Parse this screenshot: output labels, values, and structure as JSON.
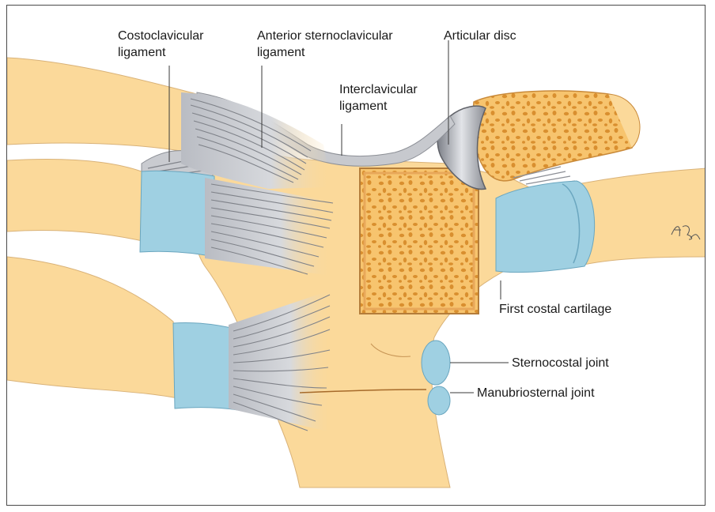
{
  "labels": {
    "costoclavicular": {
      "line1": "Costoclavicular",
      "line2": "ligament"
    },
    "anterior_sternoclavicular": {
      "line1": "Anterior sternoclavicular",
      "line2": "ligament"
    },
    "articular_disc": {
      "line1": "Articular disc"
    },
    "interclavicular": {
      "line1": "Interclavicular",
      "line2": "ligament"
    },
    "first_costal_cartilage": {
      "line1": "First costal cartilage"
    },
    "sternocostal_joint": {
      "line1": "Sternocostal joint"
    },
    "manubriosternal_joint": {
      "line1": "Manubriosternal joint"
    }
  },
  "colors": {
    "bone": "#fbd99a",
    "bone_shadow": "#f3c47a",
    "spongy": "#f5c06a",
    "spongy_hole": "#e19a3c",
    "cartilage": "#9fd0e2",
    "ligament": "#c9cbd0",
    "ligament_stroke": "#8c8f96",
    "outline": "#6b5a3d"
  },
  "signature": "AR"
}
